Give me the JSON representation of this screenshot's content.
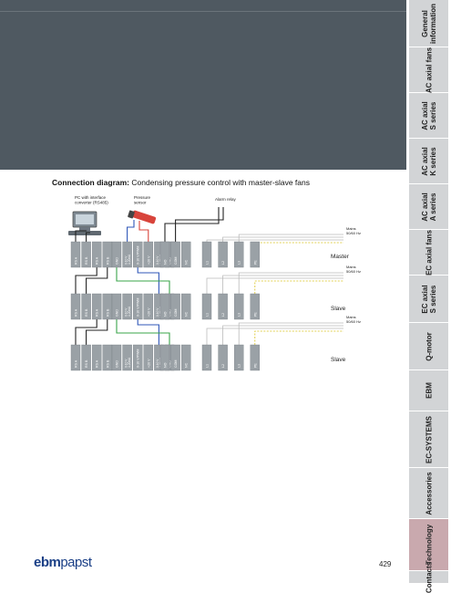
{
  "sidebar": {
    "tabs": [
      {
        "label": "General\ninformation",
        "active": false
      },
      {
        "label": "AC axial fans",
        "active": false
      },
      {
        "label": "AC axial\nS series",
        "active": false
      },
      {
        "label": "AC axial\nK series",
        "active": false
      },
      {
        "label": "AC axial\nA series",
        "active": false
      },
      {
        "label": "EC axial fans",
        "active": false
      },
      {
        "label": "EC axial\nS series",
        "active": false
      },
      {
        "label": "Q-motor",
        "active": false
      },
      {
        "label": "EBM",
        "active": false
      },
      {
        "label": "EC-SYSTEMS",
        "active": false
      },
      {
        "label": "Accessories",
        "active": false
      },
      {
        "label": "Technology",
        "active": true
      },
      {
        "label": "Contacts",
        "active": false
      }
    ]
  },
  "diagram": {
    "title_bold": "Connection diagram:",
    "title_text": " Condensing pressure control with master-slave fans",
    "pc_label": "PC with interface\nconverter (RS485)",
    "sensor_label": "Pressure\nsensor",
    "relay_label": "Alarm relay",
    "mains_label": "Mains\n50/60 Hz",
    "rows": [
      {
        "role": "Master",
        "terminals": [
          "RS A",
          "RS B",
          "RS A",
          "RS B",
          "GND",
          "0-10 V\n4-20mA",
          "0-10 V/PWM",
          "+20 V",
          "0-10 V\n4-20mA",
          "GND",
          "NO",
          "COM",
          "NC",
          "L1",
          "L2",
          "L3",
          "PE"
        ]
      },
      {
        "role": "Slave",
        "terminals": [
          "RS A",
          "RS B",
          "RS A",
          "RS B",
          "GND",
          "0-10 V\n4-20mA",
          "0-10 V/PWM",
          "+20 V",
          "0-10 V\n4-20mA",
          "GND",
          "NO",
          "COM",
          "NC",
          "L1",
          "L2",
          "L3",
          "PE"
        ]
      },
      {
        "role": "Slave",
        "terminals": [
          "RS A",
          "RS B",
          "RS A",
          "RS B",
          "GND",
          "0-10 V\n4-20mA",
          "0-10 V/PWM",
          "+20 V",
          "0-10 V\n4-20mA",
          "GND",
          "NO",
          "COM",
          "NC",
          "L1",
          "L2",
          "L3",
          "PE"
        ]
      }
    ]
  },
  "footer": {
    "logo_bold": "ebm",
    "logo_light": "papst",
    "page_number": "429"
  },
  "colors": {
    "band": "#4f5961",
    "tab": "#d2d4d6",
    "tab_active": "#c9a9ae",
    "terminal": "#9aa1a6",
    "wire_black": "#222222",
    "wire_blue": "#2f57b8",
    "wire_green": "#3aa44a",
    "wire_red": "#d8443b",
    "wire_yellow": "#d8c21e",
    "wire_mains": "#bbbbbb",
    "logo": "#1a3f86"
  }
}
